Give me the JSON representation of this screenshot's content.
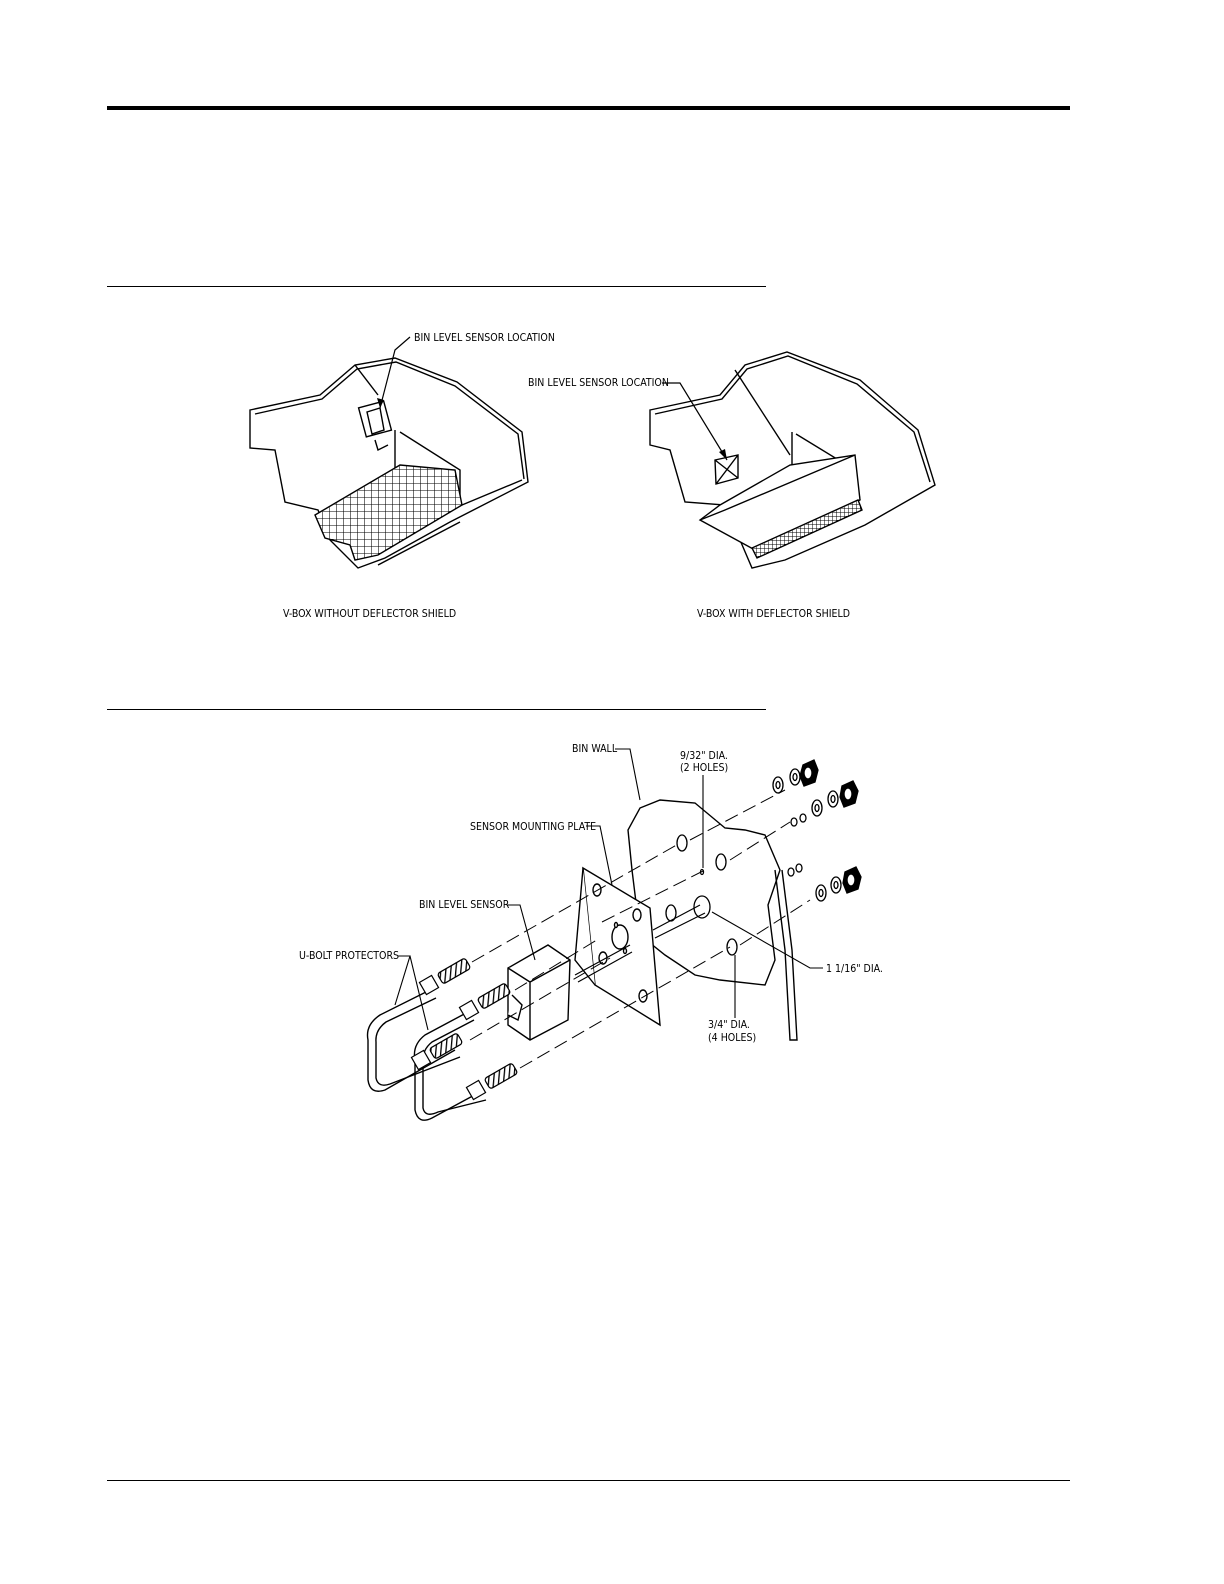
{
  "figure1": {
    "left_view": {
      "callout": "BIN LEVEL SENSOR LOCATION",
      "caption": "V-BOX WITHOUT DEFLECTOR SHIELD"
    },
    "right_view": {
      "callout": "BIN LEVEL SENSOR LOCATION",
      "caption": "V-BOX WITH DEFLECTOR SHIELD"
    }
  },
  "figure2": {
    "bin_wall": "BIN WALL",
    "small_holes_line1": "9/32\" DIA.",
    "small_holes_line2": "(2 HOLES)",
    "mounting_plate": "SENSOR MOUNTING PLATE",
    "bin_level_sensor": "BIN LEVEL SENSOR",
    "ubolt_protectors": "U-BOLT PROTECTORS",
    "large_hole": "1 1/16\" DIA.",
    "bolt_holes_line1": "3/4\" DIA.",
    "bolt_holes_line2": "(4 HOLES)"
  }
}
